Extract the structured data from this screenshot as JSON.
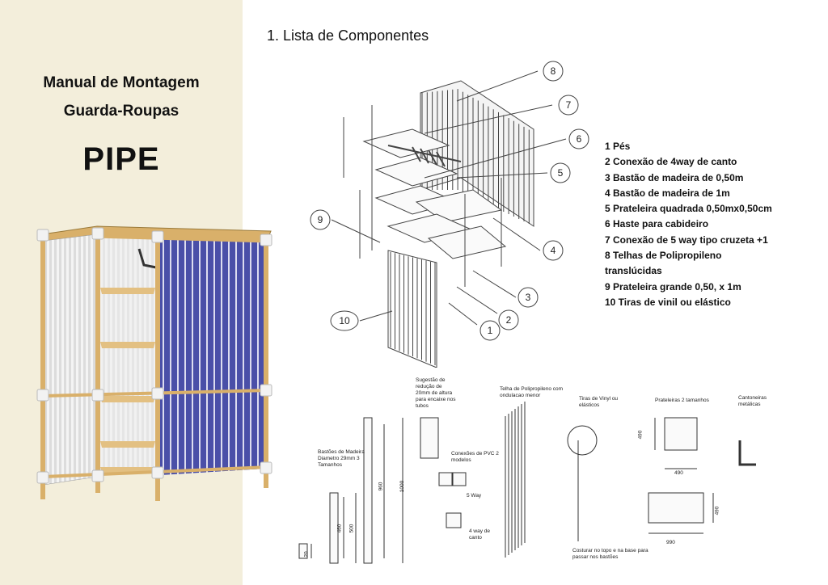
{
  "cover": {
    "title_line1": "Manual de Montagem",
    "title_line2": "Guarda-Roupas",
    "brand": "PIPE"
  },
  "section": {
    "title": "1. Lista de Componentes"
  },
  "components": [
    "1 Pés",
    "2 Conexão de 4way de canto",
    "3 Bastão de madeira de 0,50m",
    "4 Bastão de madeira de 1m",
    "5 Prateleira quadrada 0,50mx0,50cm",
    "6 Haste para cabideiro",
    "7 Conexão de 5 way tipo cruzeta +1",
    "8 Telhas de Polipropileno",
    "translúcidas",
    "9 Prateleira grande 0,50, x 1m",
    "10 Tiras de vinil ou elástico"
  ],
  "callouts": [
    "1",
    "2",
    "3",
    "4",
    "5",
    "6",
    "7",
    "8",
    "9",
    "10"
  ],
  "tech": {
    "bastoes": "Bastões de Madeira Diametro 29mm 3 Tamanhos",
    "reducao": "Sugestão de redução de 20mm de altura para encaixe nos tubos",
    "telha": "Telha de Polipropileno com ondulacao menor",
    "conexoes": "Conexões de PVC 2 modelos",
    "five_way": "5 Way",
    "four_way": "4 way de canto",
    "tiras": "Tiras de Vinyl ou elásticos",
    "costurar": "Costurar no topo e na base para passar nos bastões",
    "prateleiras": "Prateleiras 2 tamanhos",
    "cantoneiras": "Cantoneiras metálicas",
    "dims": {
      "d1000": "1000",
      "d960": "960",
      "d500": "500",
      "d460": "460",
      "d20": "20",
      "d490a": "490",
      "d490b": "490",
      "d490c": "490",
      "d990": "990"
    }
  },
  "colors": {
    "panel_bg": "#f3eedb",
    "vinyl": "#4a4fa8",
    "wood": "#d9b06a",
    "pvc": "#f2f2f2"
  }
}
